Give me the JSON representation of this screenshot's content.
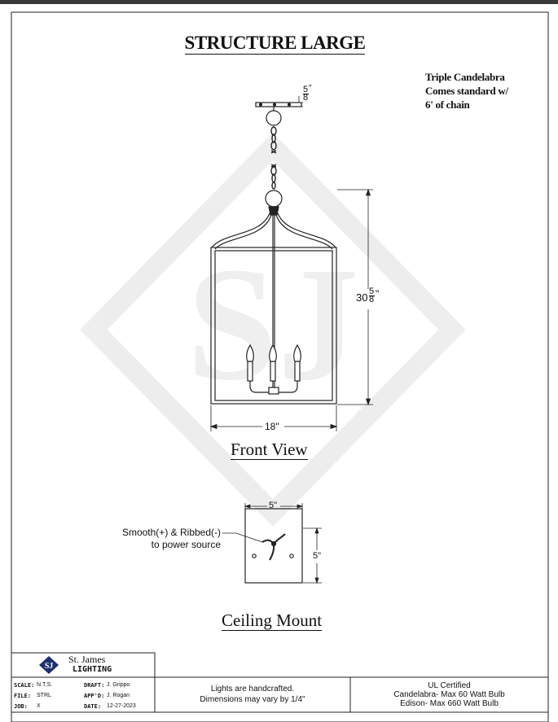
{
  "title": "STRUCTURE LARGE",
  "notes": {
    "line1": "Triple Candelabra",
    "line2": "Comes standard w/",
    "line3": "6' of chain"
  },
  "front_view": {
    "label": "Front View",
    "height_whole": "30",
    "height_num": "5",
    "height_den": "8",
    "height_unit": "\"",
    "width": "18\"",
    "canopy_num": "5",
    "canopy_den": "8",
    "canopy_unit": "\""
  },
  "ceiling_mount": {
    "label": "Ceiling Mount",
    "width": "5\"",
    "height": "5\"",
    "wire_note_1": "Smooth(+) & Ribbed(-)",
    "wire_note_2": "to power source"
  },
  "title_block": {
    "company_line1": "St. James",
    "company_line2": "LIGHTING",
    "scale_label": "SCALE:",
    "scale_value": "N.T.S.",
    "draft_label": "DRAFT:",
    "draft_value": "J. Grippo",
    "file_label": "FILE:",
    "file_value": "STRL",
    "appd_label": "APP'D:",
    "appd_value": "J. Rogan",
    "job_label": "JOB:",
    "job_value": "X",
    "date_label": "DATE:",
    "date_value": "12-27-2023",
    "handcrafted_1": "Lights are handcrafted.",
    "handcrafted_2": "Dimensions may vary by 1/4\"",
    "ul_1": "UL Certified",
    "ul_2": "Candelabra- Max 60 Watt Bulb",
    "ul_3": "Edison- Max 660 Watt Bulb"
  },
  "watermark": "SJ"
}
